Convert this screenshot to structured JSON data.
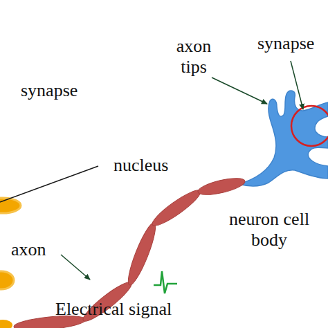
{
  "diagram": {
    "labels": [
      "synapse",
      "axon tips",
      "synapse",
      "nucleus",
      "axon",
      "Electrical signal",
      "neuron cell body"
    ]
  }
}
